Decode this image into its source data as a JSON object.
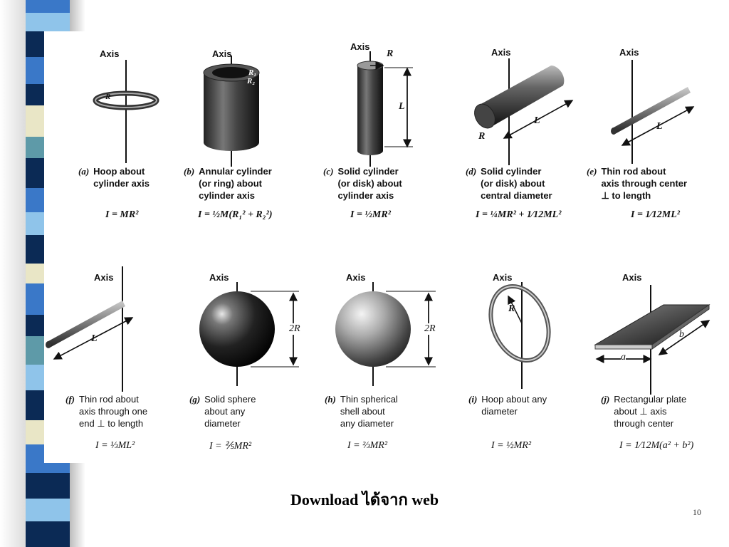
{
  "colors": {
    "stripe_dark": "#0b2a55",
    "stripe_blue": "#3a78c8",
    "stripe_light": "#8fc4ea",
    "stripe_cream": "#e9e6c6",
    "stripe_teal": "#5e9aa8"
  },
  "axis_label": "Axis",
  "items": [
    {
      "letter": "(a)",
      "caption": "Hoop about\ncylinder axis",
      "formula": "I = MR²",
      "dims": [
        "R"
      ]
    },
    {
      "letter": "(b)",
      "caption": "Annular cylinder\n(or ring) about\ncylinder axis",
      "formula": "I = ½M(R₁² + R₂²)",
      "dims": [
        "R₁",
        "R₂"
      ]
    },
    {
      "letter": "(c)",
      "caption": "Solid cylinder\n(or disk) about\ncylinder axis",
      "formula": "I = ½MR²",
      "dims": [
        "R",
        "L"
      ]
    },
    {
      "letter": "(d)",
      "caption": "Solid cylinder\n(or disk) about\ncentral diameter",
      "formula": "I = ¼MR² + 1⁄12ML²",
      "dims": [
        "R",
        "L"
      ]
    },
    {
      "letter": "(e)",
      "caption": "Thin rod about\naxis through center\n⊥ to length",
      "formula": "I = 1⁄12ML²",
      "dims": [
        "L"
      ]
    },
    {
      "letter": "(f)",
      "caption": "Thin rod about\naxis through one\nend ⊥ to length",
      "formula": "I = ⅓ML²",
      "dims": [
        "L"
      ]
    },
    {
      "letter": "(g)",
      "caption": "Solid sphere\nabout any\ndiameter",
      "formula": "I = ⅖MR²",
      "dims": [
        "2R"
      ]
    },
    {
      "letter": "(h)",
      "caption": "Thin spherical\nshell about\nany diameter",
      "formula": "I = ⅔MR²",
      "dims": [
        "2R"
      ]
    },
    {
      "letter": "(i)",
      "caption": "Hoop about any\ndiameter",
      "formula": "I = ½MR²",
      "dims": [
        "R"
      ]
    },
    {
      "letter": "(j)",
      "caption": "Rectangular plate\nabout ⊥ axis\nthrough center",
      "formula": "I = 1⁄12M(a² + b²)",
      "dims": [
        "a",
        "b"
      ]
    }
  ],
  "footer": {
    "text": "Download ได้จาก  web",
    "page_number": "10"
  }
}
